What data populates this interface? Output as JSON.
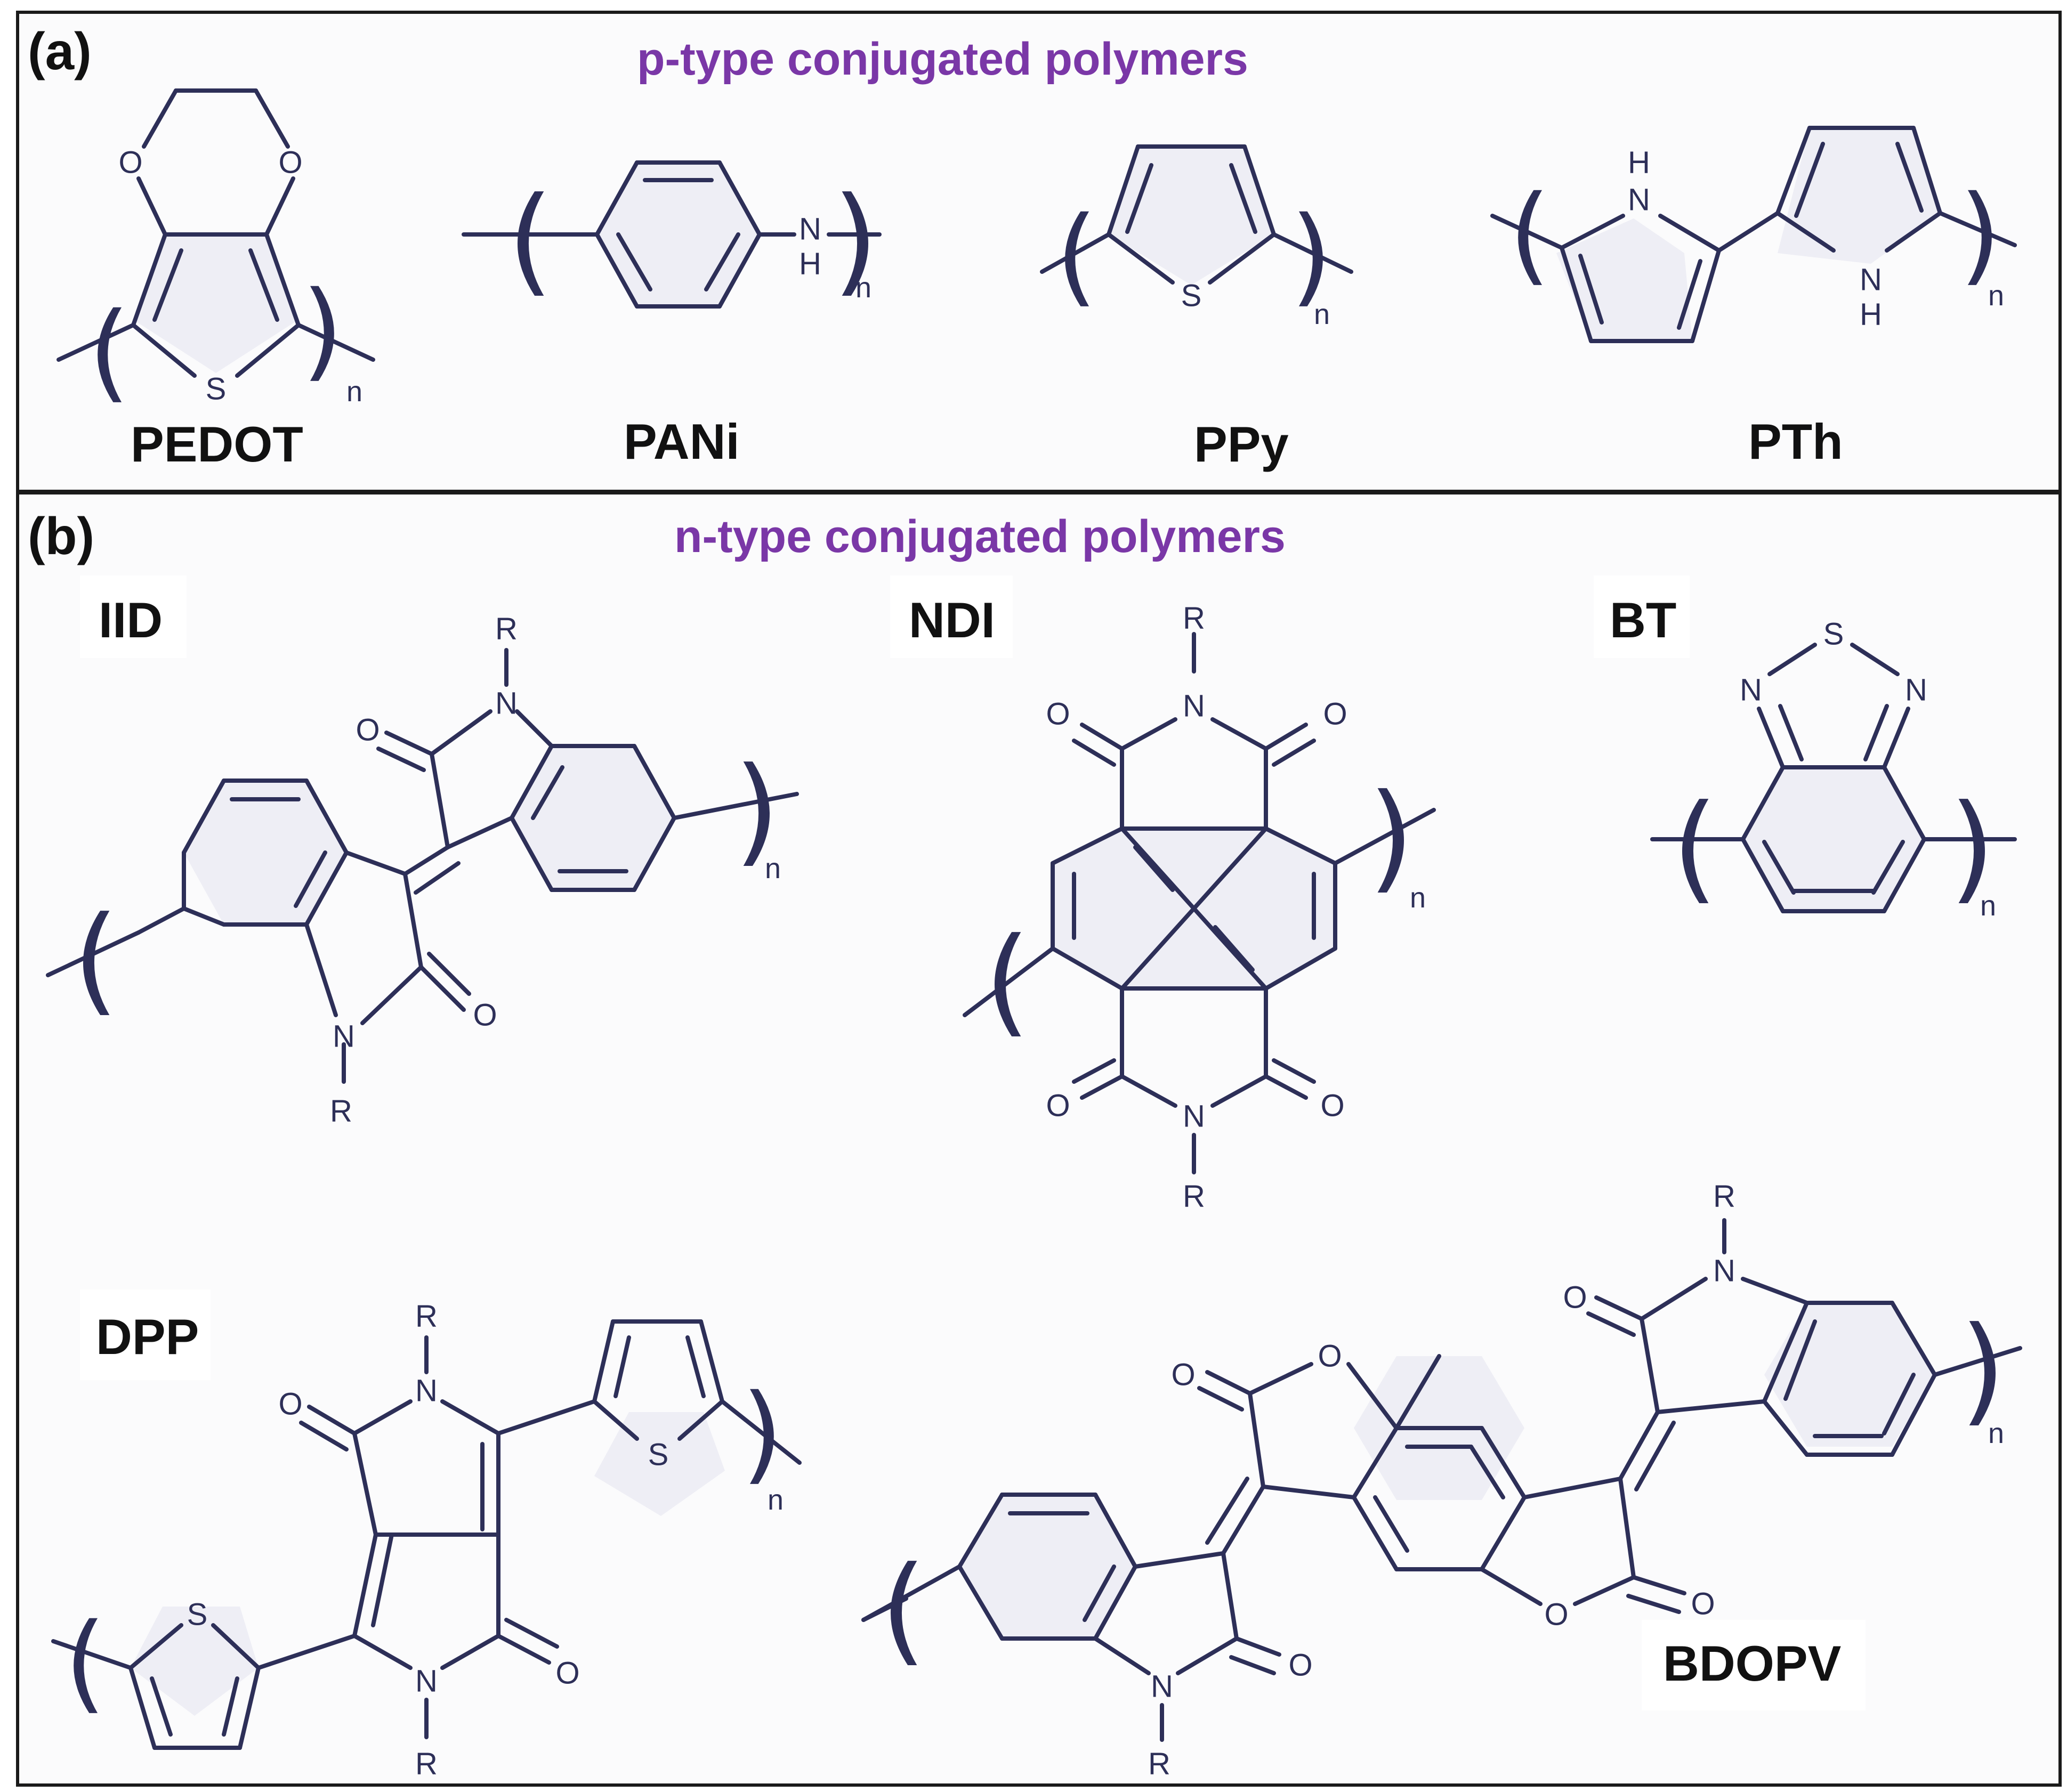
{
  "panels": {
    "a": {
      "letter": "(a)",
      "title": "p-type conjugated polymers",
      "names": [
        "PEDOT",
        "PANi",
        "PPy",
        "PTh"
      ]
    },
    "b": {
      "letter": "(b)",
      "title": "n-type conjugated polymers",
      "names": [
        "IID",
        "NDI",
        "BT",
        "DPP",
        "BDOPV"
      ]
    }
  },
  "atoms": {
    "oxygen": "O",
    "sulfur": "S",
    "nitrogen": "N",
    "hydrogen": "H",
    "substituent": "R",
    "repeat": "n"
  },
  "colors": {
    "bond": "#2d2f58",
    "title": "#7a37a7",
    "ring_shade": "#eeeef5"
  }
}
